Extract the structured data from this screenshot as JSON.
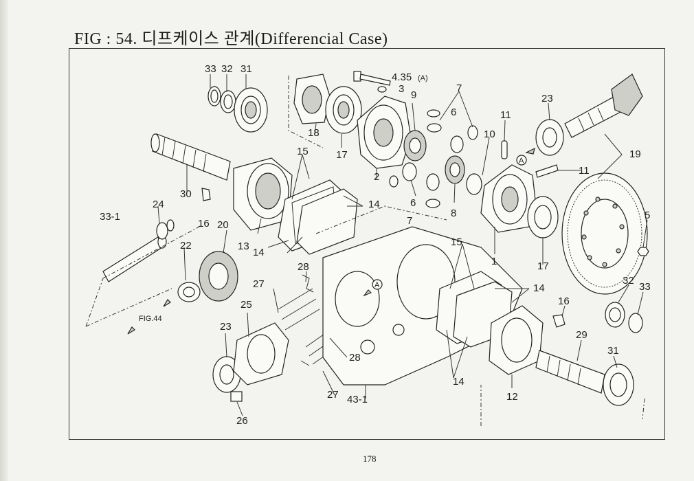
{
  "figure": {
    "title": "FIG : 54. 디프케이스 관계(Differencial Case)",
    "page_number": "178"
  },
  "callouts": {
    "c33a": "33",
    "c32a": "32",
    "c31a": "31",
    "c30": "30",
    "c24": "24",
    "c33_1": "33-1",
    "c16a": "16",
    "c20": "20",
    "c22": "22",
    "c13": "13",
    "c14a": "14",
    "c14b": "14",
    "c14c": "14",
    "c14d": "14",
    "c15a": "15",
    "c15b": "15",
    "c18": "18",
    "c17a": "17",
    "c17b": "17",
    "c4_35": "4.35",
    "c4_35_tag": "(A)",
    "c3": "3",
    "c9": "9",
    "c2": "2",
    "c7a": "7",
    "c7b": "7",
    "c6a": "6",
    "c6b": "6",
    "c8": "8",
    "c10": "10",
    "c11a": "11",
    "c11b": "11",
    "c1": "1",
    "c23a": "23",
    "c19": "19",
    "c5": "5",
    "c28a": "28",
    "c28b": "28",
    "c27a": "27",
    "c27b": "27",
    "c25": "25",
    "c23b": "23",
    "c26": "26",
    "c43_1": "43-1",
    "c32b": "32",
    "c33b": "33",
    "c16b": "16",
    "c29": "29",
    "c31b": "31",
    "c12": "12",
    "fig44": "FIG.44",
    "ref_a": "A"
  }
}
